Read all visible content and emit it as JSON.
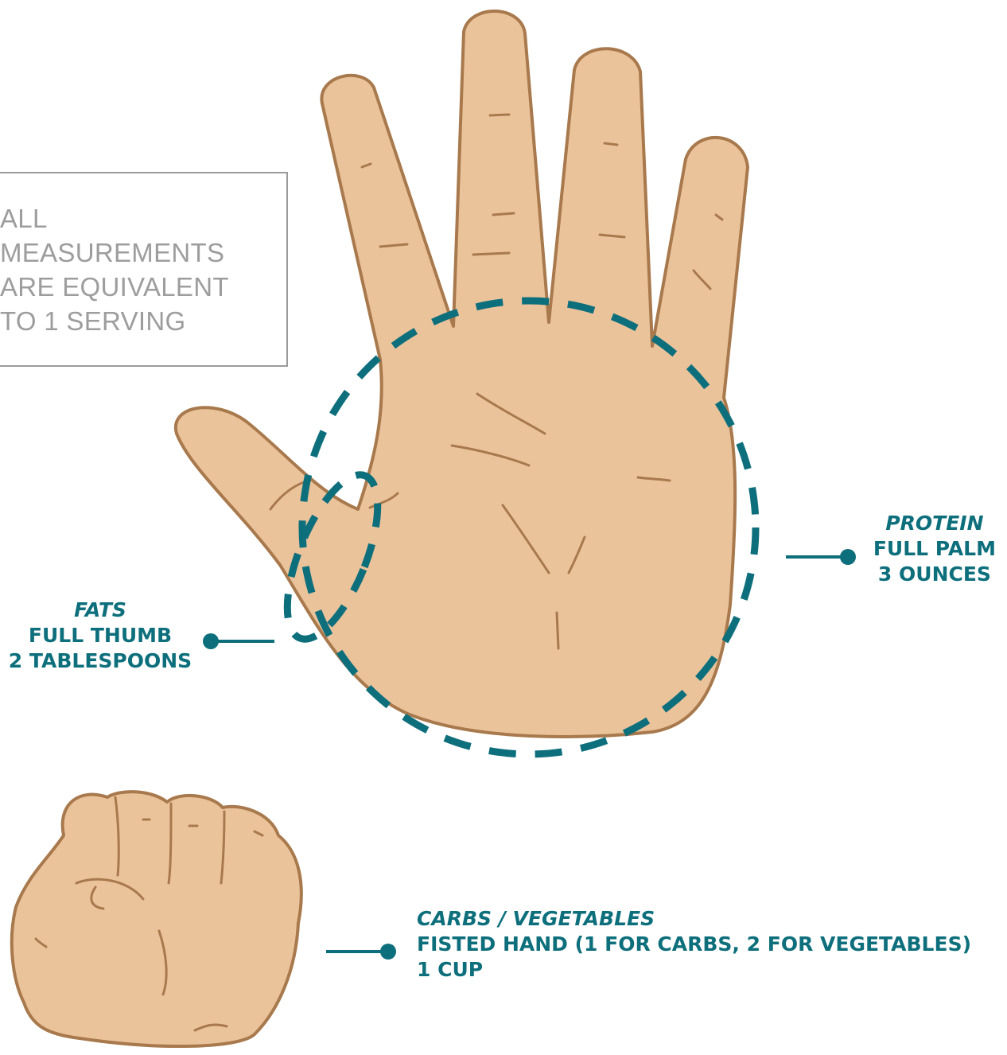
{
  "note": {
    "lines": [
      "ALL",
      "MEASUREMENTS",
      "ARE EQUIVALENT",
      "TO 1 SERVING"
    ]
  },
  "protein": {
    "category": "PROTEIN",
    "measure": "FULL PALM",
    "amount": "3 OUNCES"
  },
  "fats": {
    "category": "FATS",
    "measure": "FULL THUMB",
    "amount": "2 TABLESPOONS"
  },
  "carbs": {
    "category": "CARBS / VEGETABLES",
    "measure": "FISTED HAND (1 FOR CARBS, 2 FOR VEGETABLES)",
    "amount": "1 CUP"
  },
  "colors": {
    "skin": "#ebc39b",
    "outline": "#a8794c",
    "accent": "#0e6f7c",
    "note_gray": "#9d9d9d"
  }
}
